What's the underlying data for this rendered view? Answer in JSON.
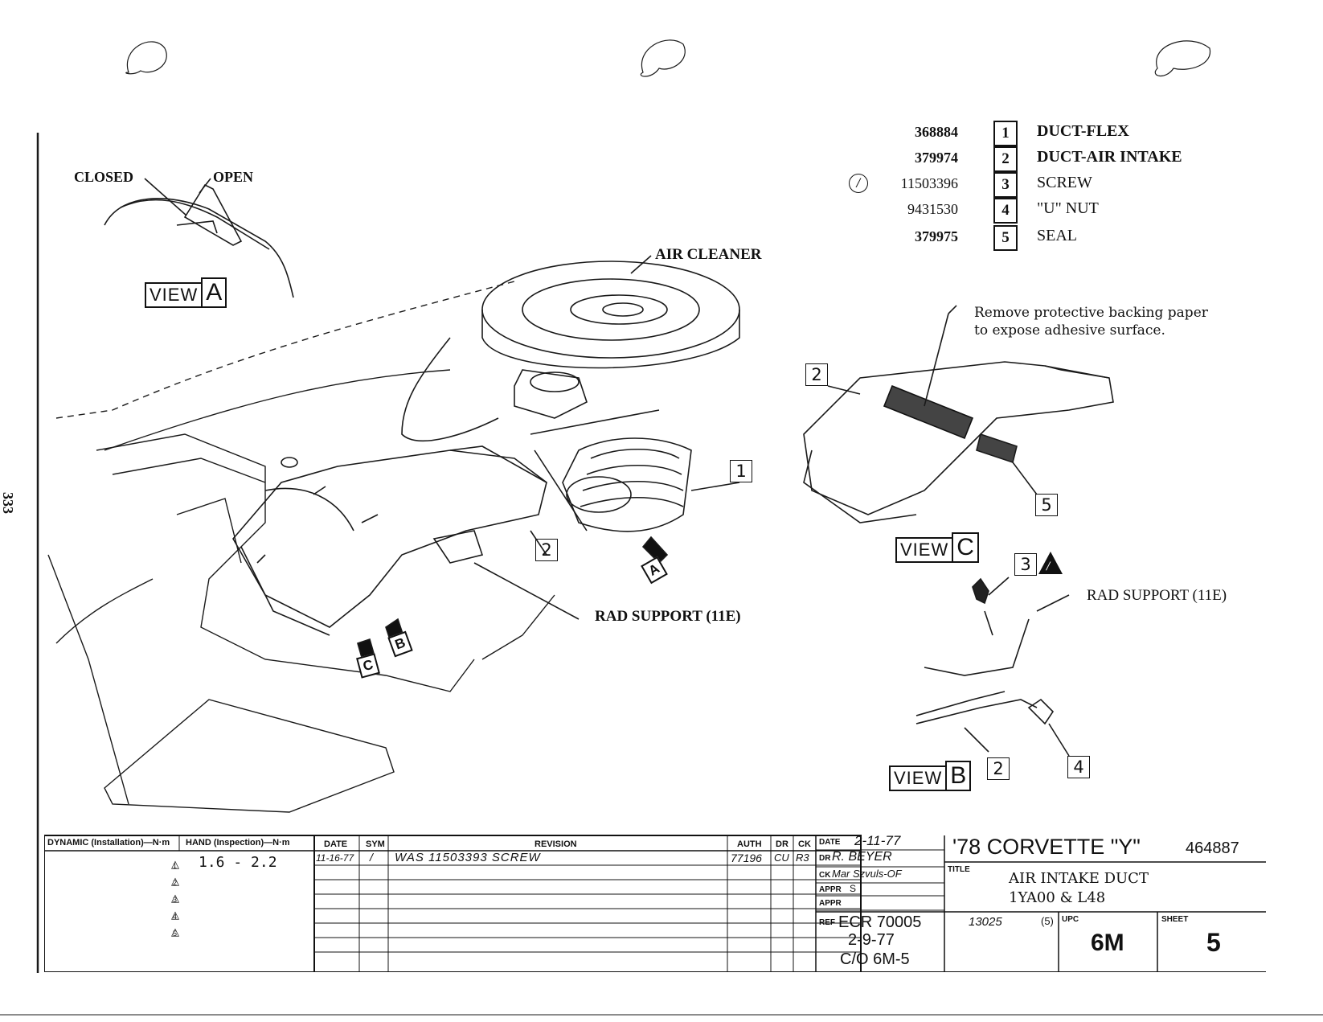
{
  "page_number": "333",
  "parts": [
    {
      "part_no": "368884",
      "ref": "1",
      "name": "DUCT-FLEX",
      "rev": ""
    },
    {
      "part_no": "379974",
      "ref": "2",
      "name": "DUCT-AIR INTAKE",
      "rev": ""
    },
    {
      "part_no": "11503396",
      "ref": "3",
      "name": "SCREW",
      "rev": "/"
    },
    {
      "part_no": "9431530",
      "ref": "4",
      "name": "\"U\" NUT",
      "rev": ""
    },
    {
      "part_no": "379975",
      "ref": "5",
      "name": "SEAL",
      "rev": ""
    }
  ],
  "labels": {
    "closed": "CLOSED",
    "open": "OPEN",
    "air_cleaner": "AIR CLEANER",
    "rad_support_main": "RAD SUPPORT (11E)",
    "rad_support_b": "RAD SUPPORT (11E)",
    "note_line1": "Remove protective backing paper",
    "note_line2": "to expose adhesive surface.",
    "view_word": "VIEW",
    "view_a": "A",
    "view_b": "B",
    "view_c": "C",
    "arrow_a": "A",
    "arrow_b": "B",
    "arrow_c": "C",
    "callout_1": "1",
    "callout_2_main": "2",
    "callout_2_c": "2",
    "callout_5": "5",
    "callout_3": "3",
    "callout_3_rev": "/",
    "callout_2_b": "2",
    "callout_4": "4"
  },
  "title_block": {
    "torque_head_dynamic": "DYNAMIC (Installation)—N·m",
    "torque_head_hand": "HAND (Inspection)—N·m",
    "torque_values": [
      "1.6 - 2.2",
      "",
      "",
      "",
      ""
    ],
    "triangle_nums": [
      "1",
      "2",
      "3",
      "4",
      "5"
    ],
    "rev_head": {
      "date": "DATE",
      "sym": "SYM",
      "revision": "REVISION",
      "auth": "AUTH",
      "dr": "DR",
      "ck": "CK"
    },
    "revisions": [
      {
        "date": "11-16-77",
        "sym": "/",
        "revision": "WAS 11503393 SCREW",
        "auth": "77196",
        "dr": "CU",
        "ck": "R3"
      }
    ],
    "date_label": "DATE",
    "date_value": "2-11-77",
    "dr_label": "DR",
    "dr_value": "R. BEYER",
    "ck_label": "CK",
    "ck_value": "Mar Szvuls-OF",
    "appr_label": "APPR",
    "appr_value": "S",
    "ref_label": "REF",
    "ref_lines": [
      "ECR 70005",
      "2-9-77",
      "C/O 6M-5"
    ],
    "model": "'78 CORVETTE \"Y\"",
    "drawing_no": "464887",
    "title_label": "TITLE",
    "title_line1": "AIR INTAKE DUCT",
    "title_line2": "1YA00 & L48",
    "l_value": "13025",
    "l_suffix": "(5)",
    "upc_label": "UPC",
    "upc_value": "6M",
    "sheet_label": "SHEET",
    "sheet_value": "5"
  }
}
